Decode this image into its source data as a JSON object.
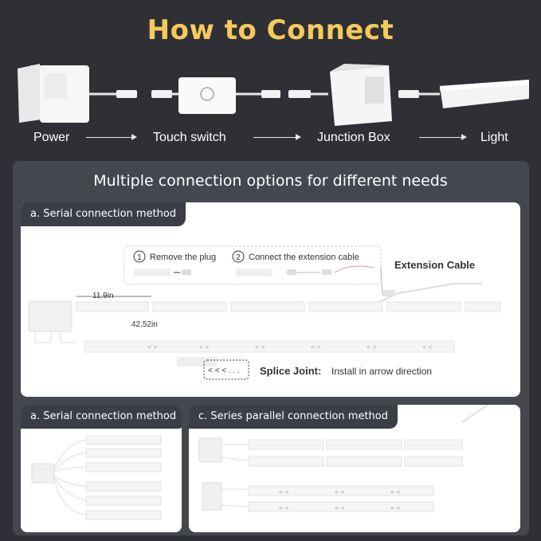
{
  "header": {
    "title": "How to Connect"
  },
  "flow": {
    "steps": [
      "Power",
      "Touch switch",
      "Junction Box",
      "Light"
    ]
  },
  "panel": {
    "title": "Multiple connection options for different needs",
    "serial_top": {
      "tab": "a. Serial connection method",
      "step1": "Remove the plug",
      "step1_num": "1",
      "step2": "Connect the extension cable",
      "step2_num": "2",
      "extension_label": "Extension Cable",
      "dim_short": "11.9in",
      "dim_long": "42.52in",
      "splice_bold": "Splice Joint:",
      "splice_text": "Install in arrow direction",
      "arrow_glyph": "< < < . . ."
    },
    "serial_bottom": {
      "tab": "a. Serial connection method"
    },
    "series_parallel": {
      "tab": "c. Series parallel connection method"
    }
  },
  "colors": {
    "title": "#f6c95b",
    "background": "#2e3036",
    "panel": "#44474e",
    "card": "#ffffff"
  }
}
